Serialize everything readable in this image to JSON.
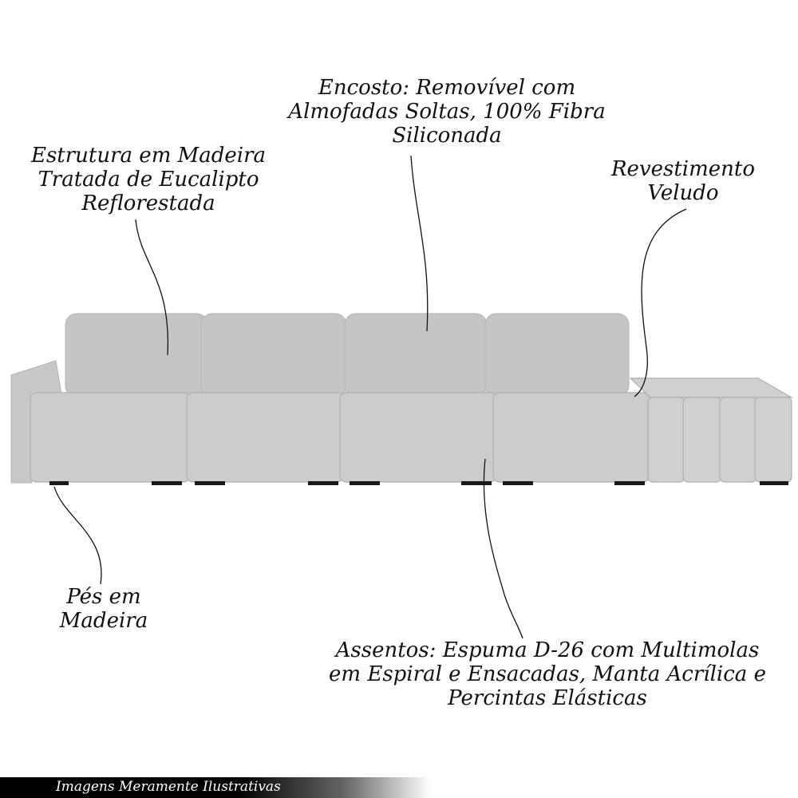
{
  "labels": {
    "encosto": [
      "Encosto: Removível com",
      "Almofadas Soltas, 100% Fibra",
      "Siliconada"
    ],
    "estrutura": [
      "Estrutura em Madeira",
      "Tratada de Eucalipto",
      "Reflorestada"
    ],
    "revestimento": [
      "Revestimento",
      "Veludo"
    ],
    "pes": [
      "Pés em",
      "Madeira"
    ],
    "assentos": [
      "Assentos: Espuma D-26 com Multimolas",
      "em Espiral e Ensacadas, Manta Acrílica e",
      "Percintas Elásticas"
    ]
  },
  "footer": {
    "text": "Imagens Meramente Ilustrativas"
  },
  "colors": {
    "fabric": "#c9cbca",
    "fabric_shadow": "#aeb0af",
    "feet": "#1a1a1a",
    "leader_line": "#111111"
  }
}
